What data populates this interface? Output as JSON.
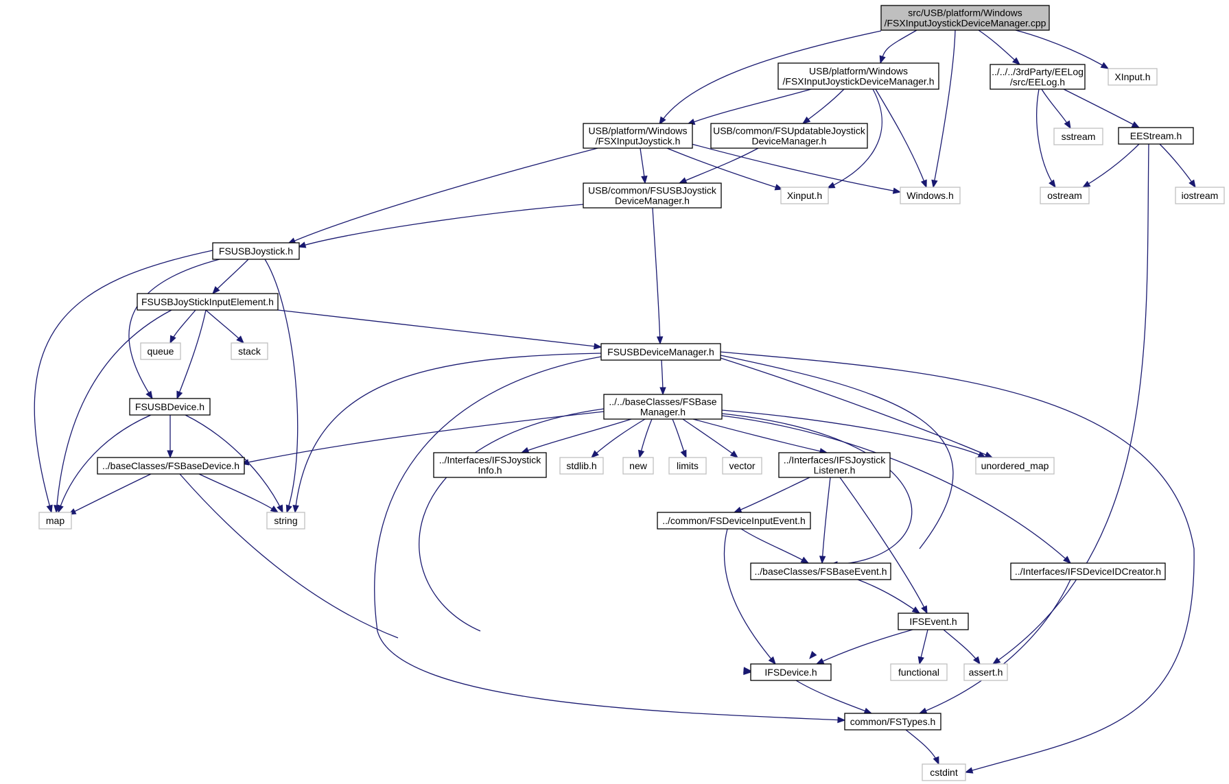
{
  "colors": {
    "edge": "#191970",
    "root_fill": "#bfbfbf",
    "file_border": "#000000",
    "system_border": "#bfbfbf"
  },
  "nodes": [
    {
      "id": "root",
      "lines": [
        "src/USB/platform/Windows",
        "/FSXInputJoystickDeviceManager.cpp"
      ],
      "kind": "root"
    },
    {
      "id": "mgr_h",
      "lines": [
        "USB/platform/Windows",
        "/FSXInputJoystickDeviceManager.h"
      ],
      "kind": "file"
    },
    {
      "id": "eelog",
      "lines": [
        "../../../3rdParty/EELog",
        "/src/EELog.h"
      ],
      "kind": "file"
    },
    {
      "id": "xinput_big",
      "lines": [
        "XInput.h"
      ],
      "kind": "system"
    },
    {
      "id": "fsxjoy",
      "lines": [
        "USB/platform/Windows",
        "/FSXInputJoystick.h"
      ],
      "kind": "file"
    },
    {
      "id": "updatable",
      "lines": [
        "USB/common/FSUpdatableJoystick",
        "DeviceManager.h"
      ],
      "kind": "file"
    },
    {
      "id": "sstream",
      "lines": [
        "sstream"
      ],
      "kind": "system"
    },
    {
      "id": "eestream",
      "lines": [
        "EEStream.h"
      ],
      "kind": "file"
    },
    {
      "id": "usbjdm",
      "lines": [
        "USB/common/FSUSBJoystick",
        "DeviceManager.h"
      ],
      "kind": "file"
    },
    {
      "id": "xinput_small",
      "lines": [
        "Xinput.h"
      ],
      "kind": "system"
    },
    {
      "id": "windows",
      "lines": [
        "Windows.h"
      ],
      "kind": "system"
    },
    {
      "id": "ostream",
      "lines": [
        "ostream"
      ],
      "kind": "system"
    },
    {
      "id": "iostream",
      "lines": [
        "iostream"
      ],
      "kind": "system"
    },
    {
      "id": "usbjoy",
      "lines": [
        "FSUSBJoystick.h"
      ],
      "kind": "file"
    },
    {
      "id": "inputel",
      "lines": [
        "FSUSBJoyStickInputElement.h"
      ],
      "kind": "file"
    },
    {
      "id": "queue",
      "lines": [
        "queue"
      ],
      "kind": "system"
    },
    {
      "id": "stack",
      "lines": [
        "stack"
      ],
      "kind": "system"
    },
    {
      "id": "usbdm",
      "lines": [
        "FSUSBDeviceManager.h"
      ],
      "kind": "file"
    },
    {
      "id": "usbdev",
      "lines": [
        "FSUSBDevice.h"
      ],
      "kind": "file"
    },
    {
      "id": "basemgr",
      "lines": [
        "../../baseClasses/FSBase",
        "Manager.h"
      ],
      "kind": "file"
    },
    {
      "id": "basedev",
      "lines": [
        "../baseClasses/FSBaseDevice.h"
      ],
      "kind": "file"
    },
    {
      "id": "ijinfo",
      "lines": [
        "../Interfaces/IFSJoystick",
        "Info.h"
      ],
      "kind": "file"
    },
    {
      "id": "stdlib",
      "lines": [
        "stdlib.h"
      ],
      "kind": "system"
    },
    {
      "id": "new",
      "lines": [
        "new"
      ],
      "kind": "system"
    },
    {
      "id": "limits",
      "lines": [
        "limits"
      ],
      "kind": "system"
    },
    {
      "id": "vector",
      "lines": [
        "vector"
      ],
      "kind": "system"
    },
    {
      "id": "ijlistener",
      "lines": [
        "../Interfaces/IFSJoystick",
        "Listener.h"
      ],
      "kind": "file"
    },
    {
      "id": "umap",
      "lines": [
        "unordered_map"
      ],
      "kind": "system"
    },
    {
      "id": "map",
      "lines": [
        "map"
      ],
      "kind": "system"
    },
    {
      "id": "string",
      "lines": [
        "string"
      ],
      "kind": "system"
    },
    {
      "id": "devinput",
      "lines": [
        "../common/FSDeviceInputEvent.h"
      ],
      "kind": "file"
    },
    {
      "id": "baseevent",
      "lines": [
        "../baseClasses/FSBaseEvent.h"
      ],
      "kind": "file"
    },
    {
      "id": "idcreator",
      "lines": [
        "../Interfaces/IFSDeviceIDCreator.h"
      ],
      "kind": "file"
    },
    {
      "id": "ifsevent",
      "lines": [
        "IFSEvent.h"
      ],
      "kind": "file"
    },
    {
      "id": "ifsdevice",
      "lines": [
        "IFSDevice.h"
      ],
      "kind": "file"
    },
    {
      "id": "functional",
      "lines": [
        "functional"
      ],
      "kind": "system"
    },
    {
      "id": "assert",
      "lines": [
        "assert.h"
      ],
      "kind": "system"
    },
    {
      "id": "fstypes",
      "lines": [
        "common/FSTypes.h"
      ],
      "kind": "file"
    },
    {
      "id": "cstdint",
      "lines": [
        "cstdint"
      ],
      "kind": "system"
    }
  ]
}
